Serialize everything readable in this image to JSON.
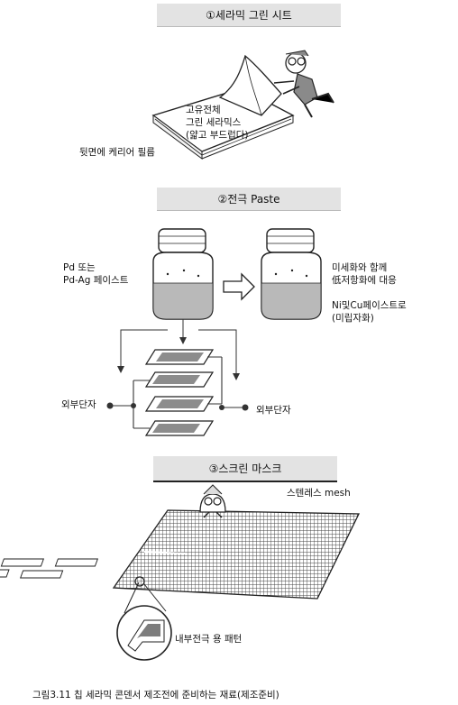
{
  "sections": {
    "s1": {
      "header": "①세라믹 그린 시트"
    },
    "s2": {
      "header": "②전극 Paste"
    },
    "s3": {
      "header": "③스크린 마스크"
    }
  },
  "labels": {
    "dielectric_l1": "고유전체",
    "dielectric_l2": "그린 세라믹스",
    "dielectric_l3": "(얇고 부드럽다)",
    "carrier": "뒷면에 케리어 필름",
    "paste_l1": "Pd 또는",
    "paste_l2": "Pd-Ag 페이스트",
    "fine_l1": "미세화와 함께",
    "fine_l2": "低저항화에 대응",
    "ni_l1": "Ni및Cu페이스트로",
    "ni_l2": "(미립자화)",
    "ext_left": "외부단자",
    "ext_right": "외부단자",
    "mesh": "스텐레스 mesh",
    "inner": "내부전극 용 패턴"
  },
  "caption": "그림3.11  칩 세라믹 콘덴서 제조전에 준비하는 재료(제조준비)"
}
